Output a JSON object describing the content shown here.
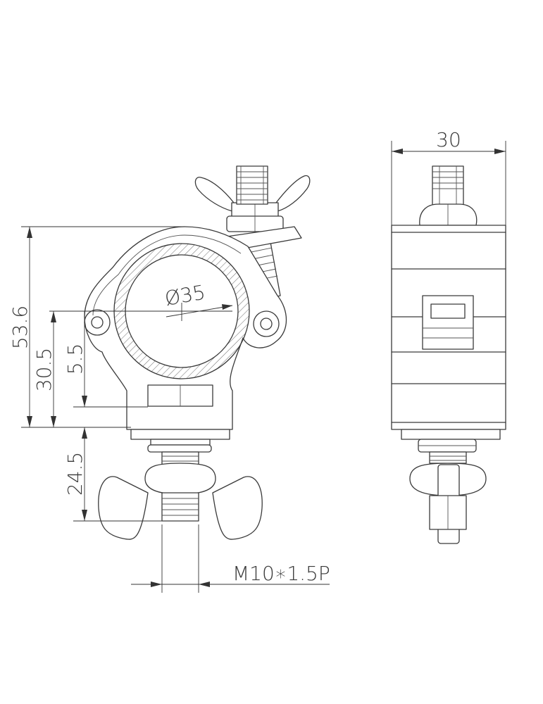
{
  "dimensions": {
    "overall_height": "53.6",
    "axis_to_base": "30.5",
    "axis_to_body": "5.5",
    "base_to_bolt": "24.5",
    "tube_diameter": "Ø35",
    "side_width": "30",
    "thread_spec": "M10∗1.5P"
  },
  "colors": {
    "line": "#3a3a3a",
    "hatch": "#777777",
    "background": "#ffffff"
  }
}
